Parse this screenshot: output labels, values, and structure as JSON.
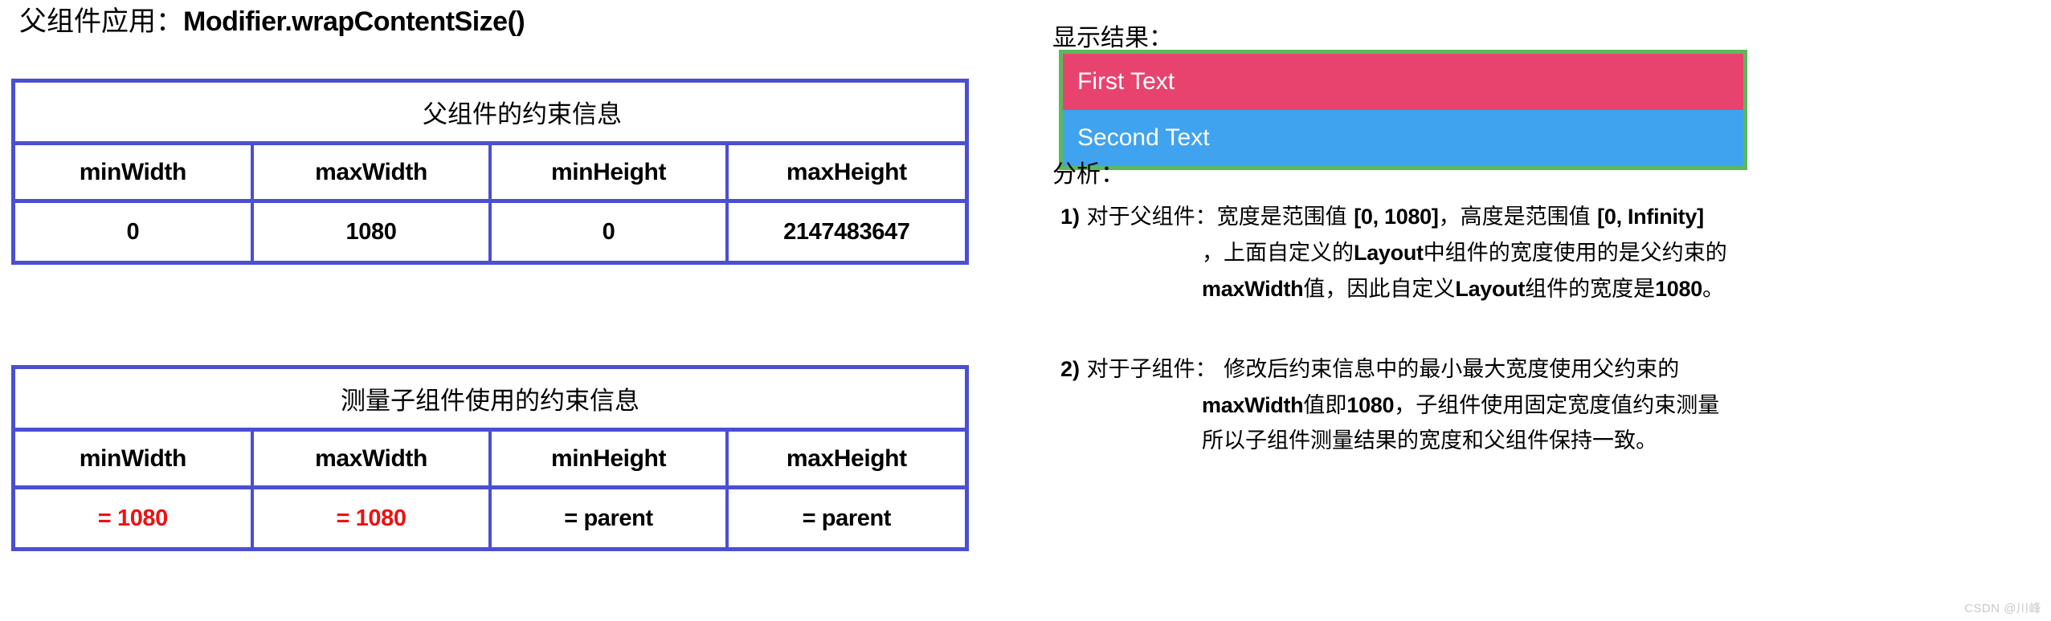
{
  "title": {
    "cn_prefix": "父组件应用：",
    "code": "Modifier.wrapContentSize()"
  },
  "tables": [
    {
      "id": "parent",
      "caption": "父组件的约束信息",
      "headers": [
        "minWidth",
        "maxWidth",
        "minHeight",
        "maxHeight"
      ],
      "values": [
        "0",
        "1080",
        "0",
        "2147483647"
      ],
      "value_colors": [
        "#000000",
        "#000000",
        "#000000",
        "#000000"
      ]
    },
    {
      "id": "child",
      "caption": "测量子组件使用的约束信息",
      "headers": [
        "minWidth",
        "maxWidth",
        "minHeight",
        "maxHeight"
      ],
      "values": [
        "= 1080",
        "= 1080",
        "= parent",
        "= parent"
      ],
      "value_colors": [
        "#ee1111",
        "#ee1111",
        "#000000",
        "#000000"
      ]
    }
  ],
  "result": {
    "label": "显示结果：",
    "rows": [
      {
        "text": "First Text",
        "bg": "#e8436f"
      },
      {
        "text": "Second Text",
        "bg": "#40a3ef"
      }
    ],
    "border_color": "#5cb85c"
  },
  "analysis": {
    "label": "分析：",
    "items": [
      {
        "num": "1)",
        "lines": [
          [
            {
              "t": "对于父组件：宽度是范围值 ",
              "b": false
            },
            {
              "t": "[0, 1080]",
              "b": true
            },
            {
              "t": "，高度是范围值 ",
              "b": false
            },
            {
              "t": "[0, Infinity]",
              "b": true
            }
          ],
          [
            {
              "t": "，上面自定义的",
              "b": false
            },
            {
              "t": "Layout",
              "b": true
            },
            {
              "t": "中组件的宽度使用的是父约束的",
              "b": false
            }
          ],
          [
            {
              "t": "maxWidth",
              "b": true
            },
            {
              "t": "值，因此自定义",
              "b": false
            },
            {
              "t": "Layout",
              "b": true
            },
            {
              "t": "组件的宽度是",
              "b": false
            },
            {
              "t": "1080",
              "b": true
            },
            {
              "t": "。",
              "b": false
            }
          ]
        ]
      },
      {
        "num": "2)",
        "lines": [
          [
            {
              "t": "对于子组件：  修改后约束信息中的最小最大宽度使用父约束的",
              "b": false
            }
          ],
          [
            {
              "t": "maxWidth",
              "b": true
            },
            {
              "t": "值即",
              "b": false
            },
            {
              "t": "1080",
              "b": true
            },
            {
              "t": "，子组件使用固定宽度值约束测量",
              "b": false
            }
          ],
          [
            {
              "t": "所以子组件测量结果的宽度和父组件保持一致。",
              "b": false
            }
          ]
        ]
      }
    ]
  },
  "watermark": "CSDN @川峰",
  "colors": {
    "table_border": "#4b4fd1",
    "accent_red": "#ee1111",
    "preview_border": "#5cb85c",
    "preview_pink": "#e8436f",
    "preview_blue": "#40a3ef"
  }
}
